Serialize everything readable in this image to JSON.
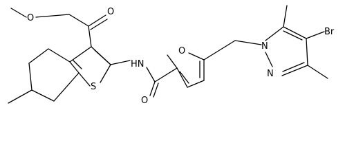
{
  "molecule": {
    "atoms": {
      "ester_O_carbonyl": "O",
      "ester_O_ether": "O",
      "thiophene_S": "S",
      "amide_N": "HN",
      "amide_O": "O",
      "furan_O": "O",
      "pyrazole_N1": "N",
      "pyrazole_N2": "N",
      "bromo": "Br"
    }
  }
}
